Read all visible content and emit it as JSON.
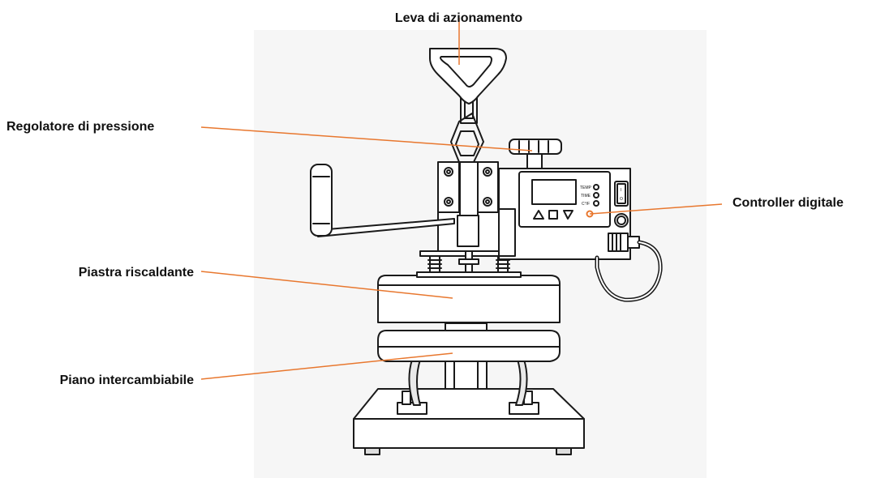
{
  "labels": {
    "lever": "Leva di azionamento",
    "pressure": "Regolatore di pressione",
    "controller": "Controller digitale",
    "heat_plate": "Piastra riscaldante",
    "platen": "Piano intercambiabile"
  },
  "panel": {
    "temp": "TEMP",
    "time": "TIME",
    "unit": "C°/F",
    "power_on": "I",
    "power_off": "O"
  },
  "colors": {
    "leader_line": "#e8772e",
    "outline": "#1a1a1a",
    "background_panel": "#f6f6f6"
  }
}
